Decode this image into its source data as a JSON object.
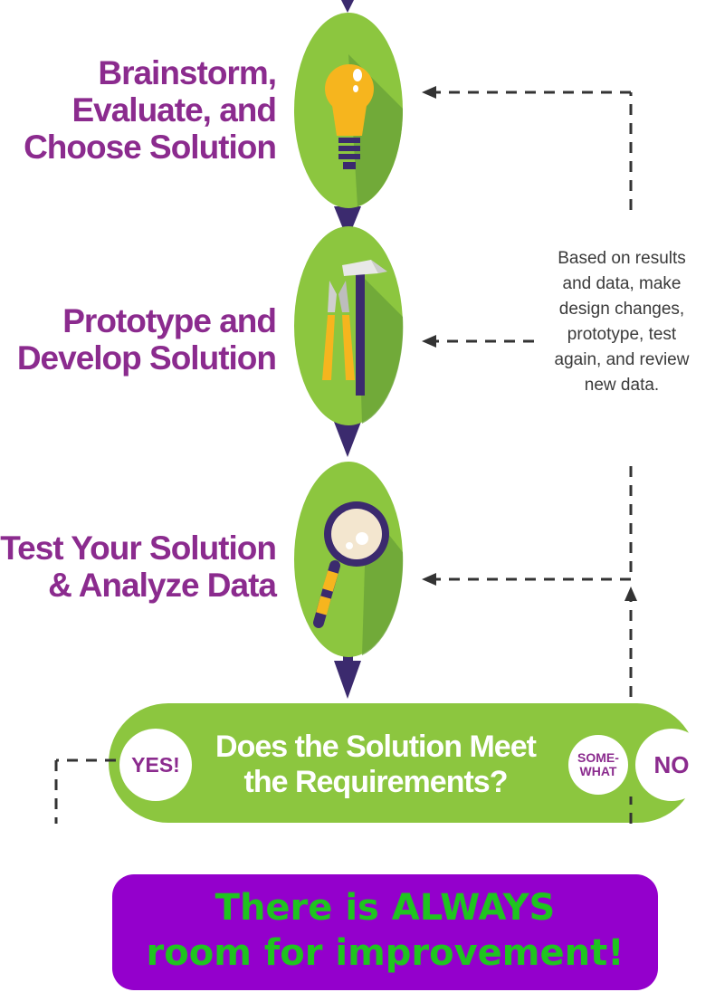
{
  "steps": [
    {
      "lines": [
        "Brainstorm,",
        "Evaluate, and",
        "Choose Solution"
      ],
      "icon": "lightbulb-icon"
    },
    {
      "lines": [
        "Prototype and",
        "Develop Solution"
      ],
      "icon": "tools-icon"
    },
    {
      "lines": [
        "Test Your Solution",
        "& Analyze Data"
      ],
      "icon": "magnifier-icon"
    }
  ],
  "feedback_note": [
    "Based on results",
    "and data, make",
    "design changes,",
    "prototype, test",
    "again, and review",
    "new data."
  ],
  "decision": {
    "question": [
      "Does the Solution Meet",
      "the Requirements?"
    ],
    "yes": "YES!",
    "somewhat": [
      "SOME-",
      "WHAT"
    ],
    "no": "NO"
  },
  "banner": [
    "There is ALWAYS",
    "room for improvement!"
  ],
  "colors": {
    "green": "#8cc63f",
    "dark_green": "#6aa338",
    "purple_text": "#8b2b8e",
    "arrow": "#3b2a6e",
    "banner_bg": "#9400cc",
    "banner_text": "#1fc41f"
  }
}
